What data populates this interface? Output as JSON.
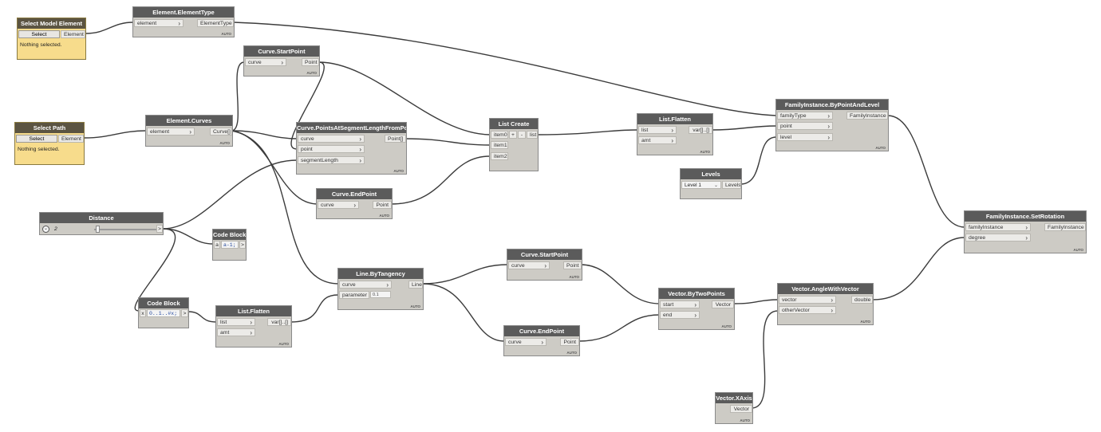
{
  "nodes": {
    "select_model_element": {
      "title": "Select Model Element",
      "button": "Select",
      "output": "Element",
      "message": "Nothing selected."
    },
    "element_elementtype": {
      "title": "Element.ElementType",
      "input": "element",
      "output": "ElementType",
      "lacing": "AUTO"
    },
    "select_path": {
      "title": "Select Path",
      "button": "Select",
      "output": "Element",
      "message": "Nothing selected."
    },
    "element_curves": {
      "title": "Element.Curves",
      "input": "element",
      "output": "Curve[]",
      "lacing": "AUTO"
    },
    "curve_startpoint_1": {
      "title": "Curve.StartPoint",
      "input": "curve",
      "output": "Point",
      "lacing": "AUTO"
    },
    "curve_points_at_seg": {
      "title": "Curve.PointsAtSegmentLengthFromPoint",
      "inputs": [
        "curve",
        "point",
        "segmentLength"
      ],
      "output": "Point[]",
      "lacing": "AUTO"
    },
    "curve_endpoint_1": {
      "title": "Curve.EndPoint",
      "input": "curve",
      "output": "Point",
      "lacing": "AUTO"
    },
    "list_create": {
      "title": "List Create",
      "inputs": [
        "item0",
        "item1",
        "item2"
      ],
      "plus": "+",
      "minus": "-",
      "output": "list"
    },
    "list_flatten_1": {
      "title": "List.Flatten",
      "inputs": [
        "list",
        "amt"
      ],
      "output": "var[]..[]",
      "lacing": "AUTO"
    },
    "family_instance_by_point": {
      "title": "FamilyInstance.ByPointAndLevel",
      "inputs": [
        "familyType",
        "point",
        "level"
      ],
      "output": "FamilyInstance",
      "lacing": "AUTO"
    },
    "levels": {
      "title": "Levels",
      "selected": "Level 1",
      "output": "Levels"
    },
    "family_instance_set_rotation": {
      "title": "FamilyInstance.SetRotation",
      "inputs": [
        "familyInstance",
        "degree"
      ],
      "output": "FamilyInstance",
      "lacing": "AUTO"
    },
    "distance": {
      "title": "Distance",
      "value": "2",
      "output": ">"
    },
    "code_block_1": {
      "title": "Code Block",
      "input": "a",
      "code": "a-1;",
      "output": ">"
    },
    "code_block_2": {
      "title": "Code Block",
      "input": "x",
      "code": "0..1..#x;",
      "output": ">"
    },
    "list_flatten_2": {
      "title": "List.Flatten",
      "inputs": [
        "list",
        "amt"
      ],
      "output": "var[]..[]",
      "lacing": "AUTO"
    },
    "line_by_tangency": {
      "title": "Line.ByTangency",
      "inputs": [
        "curve",
        "parameter"
      ],
      "parameter_default": "0.1",
      "output": "Line",
      "lacing": "AUTO"
    },
    "curve_startpoint_2": {
      "title": "Curve.StartPoint",
      "input": "curve",
      "output": "Point",
      "lacing": "AUTO"
    },
    "curve_endpoint_2": {
      "title": "Curve.EndPoint",
      "input": "curve",
      "output": "Point",
      "lacing": "AUTO"
    },
    "vector_by_two_points": {
      "title": "Vector.ByTwoPoints",
      "inputs": [
        "start",
        "end"
      ],
      "output": "Vector",
      "lacing": "AUTO"
    },
    "vector_angle_with_vector": {
      "title": "Vector.AngleWithVector",
      "inputs": [
        "vector",
        "otherVector"
      ],
      "output": "double",
      "lacing": "AUTO"
    },
    "vector_xaxis": {
      "title": "Vector.XAxis",
      "output": "Vector",
      "lacing": "AUTO"
    }
  },
  "icons": {
    "chevron": "chevron-right-icon",
    "dropdown": "chevron-down-icon",
    "distance_toggle": "chevron-down-circle-icon"
  },
  "colors": {
    "node_body": "#cdcbc5",
    "node_header": "#5b5b5b",
    "input_node_body": "#f7dc8c",
    "wire": "#3c3c3c"
  }
}
